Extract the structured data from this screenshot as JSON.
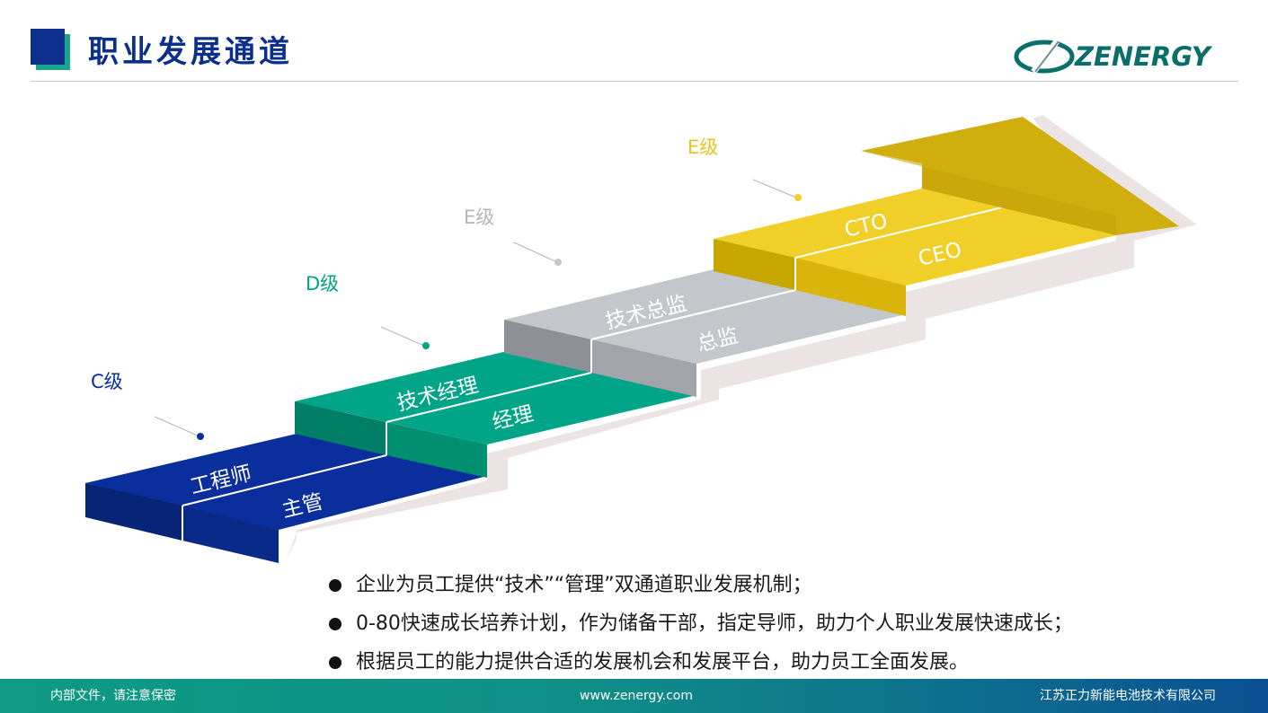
{
  "header": {
    "title": "职业发展通道",
    "logo_text": "ZENERGY"
  },
  "levels": {
    "c": "C级",
    "d": "D级",
    "e1": "E级",
    "e2": "E级"
  },
  "steps": {
    "blue_top": "工程师",
    "blue_bottom": "主管",
    "green_top": "技术经理",
    "green_bottom": "经理",
    "gray_top": "技术总监",
    "gray_bottom": "总监",
    "yellow_top": "CTO",
    "yellow_bottom": "CEO"
  },
  "bullets": [
    "企业为员工提供“技术”“管理”双通道职业发展机制；",
    "0-80快速成长培养计划，作为储备干部，指定导师，助力个人职业发展快速成长；",
    "根据员工的能力提供合适的发展机会和发展平台，助力员工全面发展。"
  ],
  "footer": {
    "left": "内部文件，请注意保密",
    "center": "www.zenergy.com",
    "right": "江苏正力新能电池技术有限公司"
  },
  "colors": {
    "blue": "#0a2f9c",
    "green": "#00a587",
    "gray": "#c3c6ca",
    "yellow": "#f0cf28",
    "title": "#0d2f8c"
  }
}
